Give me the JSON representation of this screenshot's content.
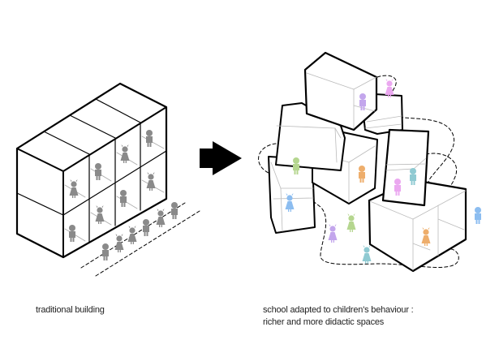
{
  "captions": {
    "left": "traditional building",
    "right_line1": "school adapted to children's behaviour :",
    "right_line2": "richer and more didactic spaces"
  },
  "colors": {
    "outline": "#000000",
    "inner_line": "#bbbbbb",
    "child_gray": "#8a8a8a",
    "purple": "#c3a6ec",
    "pink": "#eba8f0",
    "green": "#b5d68f",
    "orange": "#eeae6c",
    "teal": "#8fcad2",
    "blue": "#8cbdf0",
    "arrow": "#000000"
  },
  "left_scene": {
    "label": "traditional building",
    "rooms": 8,
    "children_in_rooms": [
      "boy",
      "girl",
      "girl",
      "boy",
      "girl",
      "boy",
      "girl",
      "boy"
    ],
    "children_in_line": [
      "boy",
      "girl",
      "girl",
      "boy",
      "girl",
      "boy"
    ]
  },
  "right_scene": {
    "label": "school adapted to children's behaviour",
    "children": [
      {
        "type": "boy",
        "color": "purple"
      },
      {
        "type": "girl",
        "color": "pink"
      },
      {
        "type": "boy",
        "color": "green"
      },
      {
        "type": "boy",
        "color": "orange"
      },
      {
        "type": "girl",
        "color": "blue"
      },
      {
        "type": "boy",
        "color": "pink"
      },
      {
        "type": "boy",
        "color": "teal"
      },
      {
        "type": "boy",
        "color": "blue"
      },
      {
        "type": "girl",
        "color": "purple"
      },
      {
        "type": "girl",
        "color": "green"
      },
      {
        "type": "girl",
        "color": "teal"
      },
      {
        "type": "girl",
        "color": "orange"
      }
    ]
  },
  "arrow": {
    "direction": "right"
  }
}
